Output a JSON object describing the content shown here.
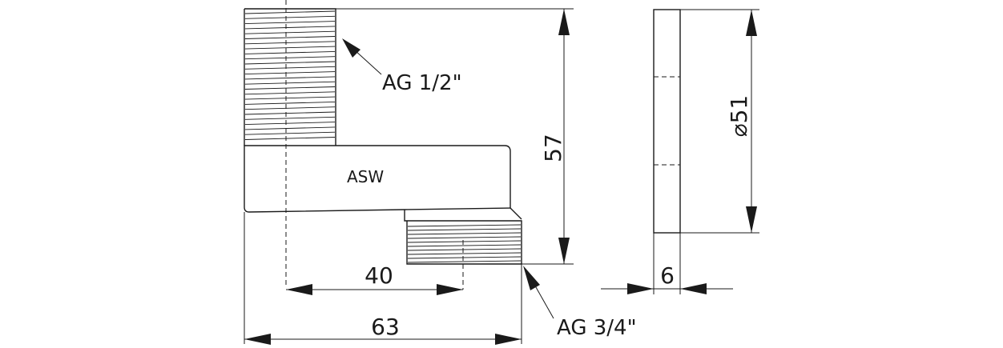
{
  "drawing": {
    "part_label": "ASW",
    "thread_top": "AG 1/2\"",
    "thread_bottom": "AG 3/4\"",
    "dim_height": "57",
    "dim_inner_width": "40",
    "dim_total_width": "63",
    "dim_diameter": "⌀51",
    "dim_thickness": "6"
  }
}
